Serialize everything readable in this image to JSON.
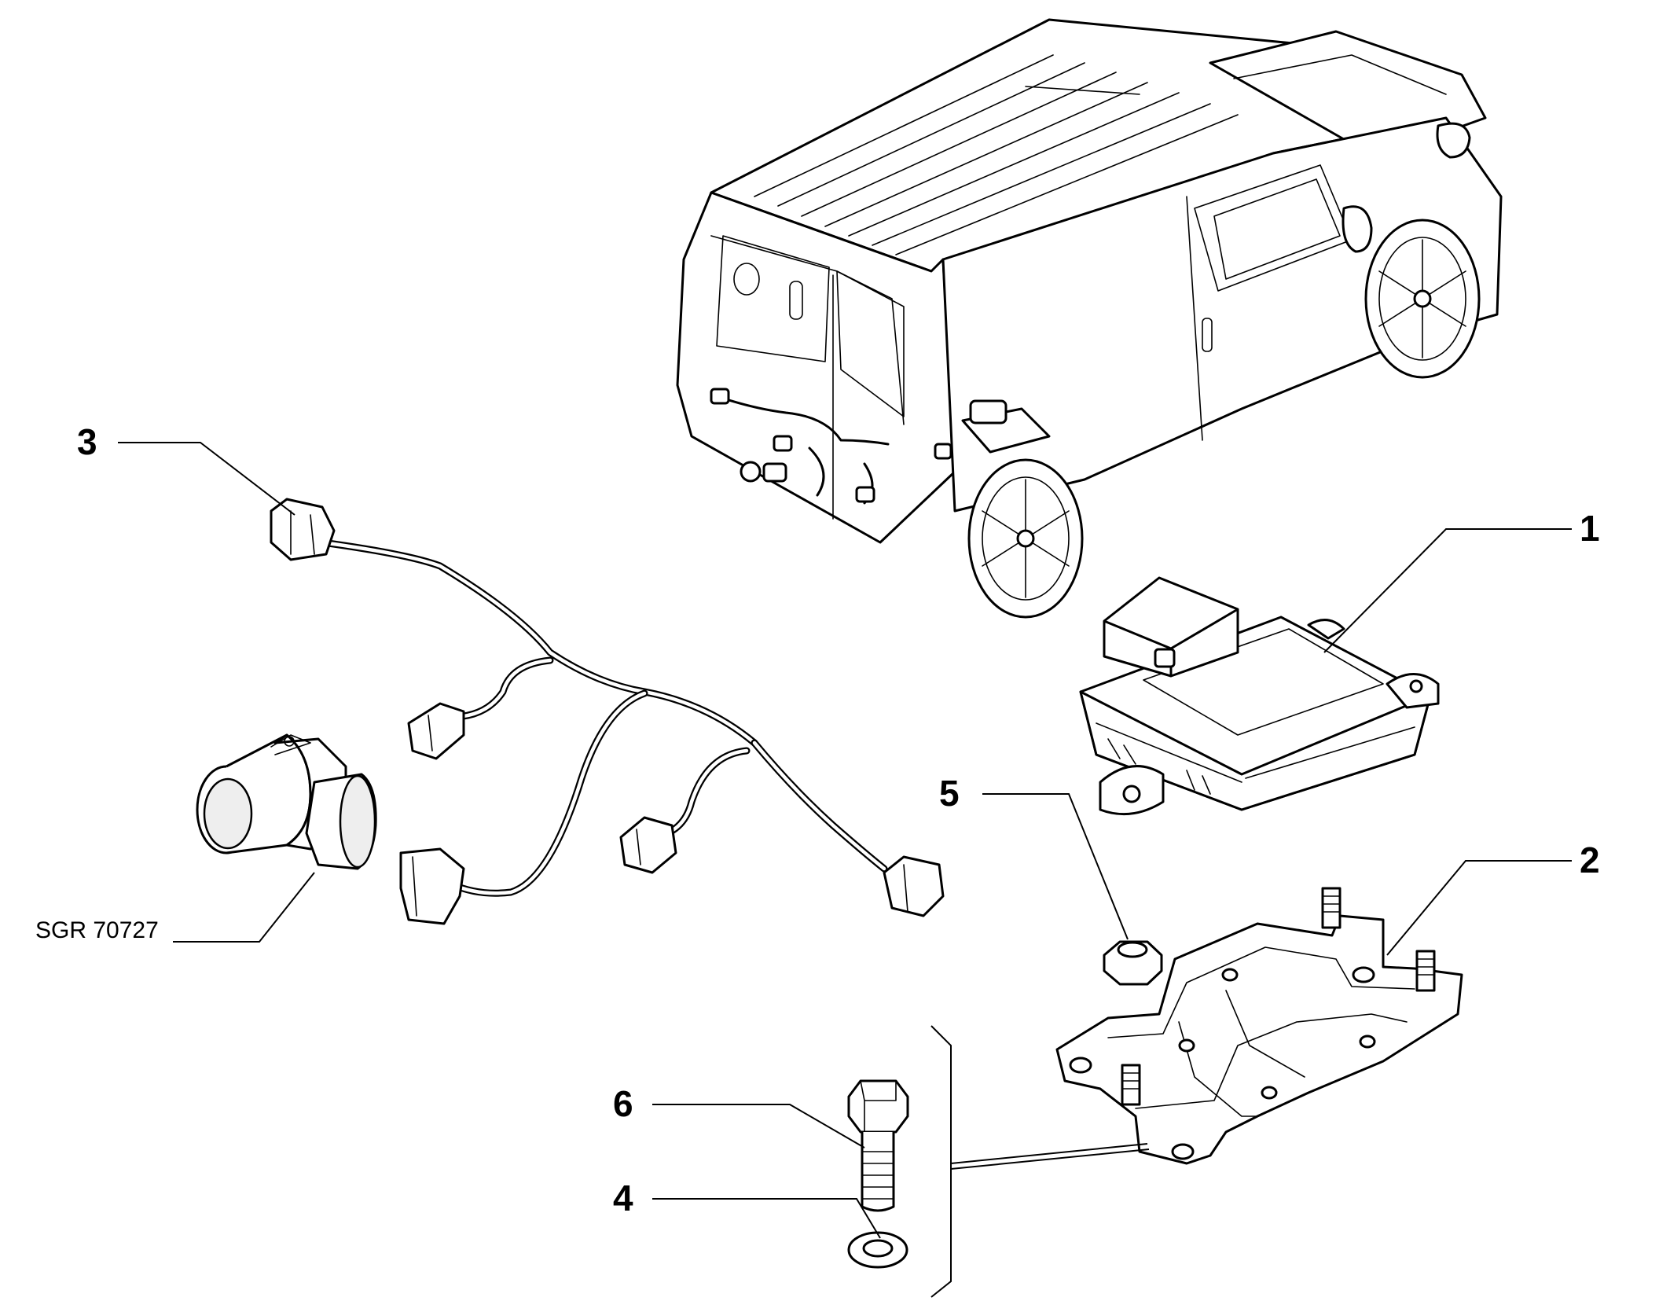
{
  "callouts": [
    {
      "id": "1",
      "text": "1"
    },
    {
      "id": "2",
      "text": "2"
    },
    {
      "id": "3",
      "text": "3"
    },
    {
      "id": "4",
      "text": "4"
    },
    {
      "id": "5",
      "text": "5"
    },
    {
      "id": "6",
      "text": "6"
    }
  ],
  "reference_code": "SGR 70727",
  "colors": {
    "line": "#000000",
    "background": "#ffffff"
  }
}
